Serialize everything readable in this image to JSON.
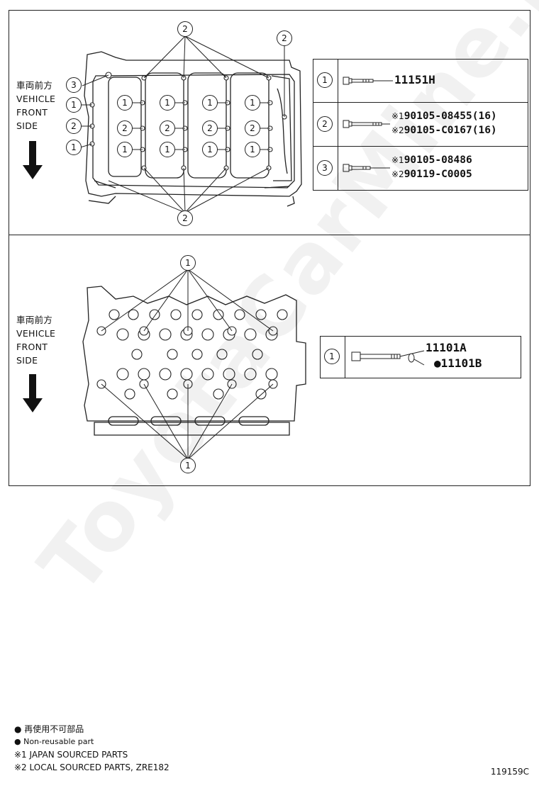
{
  "side_label": {
    "jp": "車両前方",
    "line1": "VEHICLE",
    "line2": "FRONT",
    "line3": "SIDE"
  },
  "top_parts": [
    {
      "index": "1",
      "lines": [
        {
          "mark": "",
          "number": "11151H"
        }
      ]
    },
    {
      "index": "2",
      "lines": [
        {
          "mark": "※1",
          "number": "90105-08455(16)"
        },
        {
          "mark": "※2",
          "number": "90105-C0167(16)"
        }
      ]
    },
    {
      "index": "3",
      "lines": [
        {
          "mark": "※1",
          "number": "90105-08486"
        },
        {
          "mark": "※2",
          "number": "90119-C0005"
        }
      ]
    }
  ],
  "bottom_parts": [
    {
      "index": "1",
      "lines": [
        {
          "mark": "",
          "number": "11101A"
        },
        {
          "mark": "●",
          "number": "11101B"
        }
      ]
    }
  ],
  "top_callouts": {
    "c1": "1",
    "c2": "2",
    "c3": "3"
  },
  "bottom_callouts": {
    "c1": "1"
  },
  "legend": {
    "line1": "● 再使用不可部品",
    "line2": "● Non-reusable part",
    "line3": "※1 JAPAN SOURCED PARTS",
    "line4": "※2 LOCAL SOURCED PARTS, ZRE182"
  },
  "figure_number": "119159C",
  "watermark": "ToyotaCarMine.ru"
}
